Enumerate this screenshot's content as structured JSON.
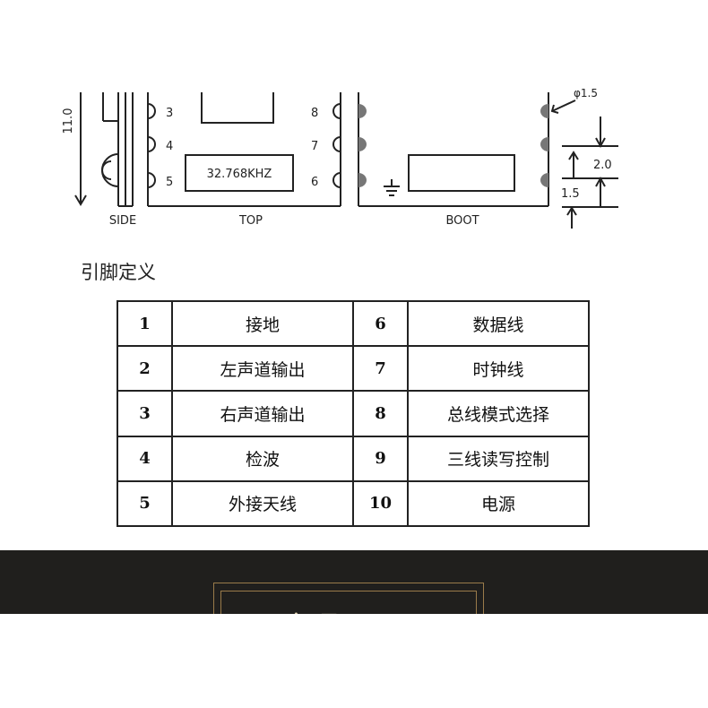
{
  "diagram": {
    "dimension_height": "11.0",
    "pins_left": [
      "3",
      "4",
      "5"
    ],
    "pins_right": [
      "8",
      "7",
      "6"
    ],
    "crystal_label": "32.768KHZ",
    "phi_label": "φ1.5",
    "dim_2": "2.0",
    "dim_15": "1.5",
    "view_side": "SIDE",
    "view_top": "TOP",
    "view_boot": "BOOT"
  },
  "pin_section": {
    "title": "引脚定义",
    "rows": [
      {
        "left_num": "1",
        "left_desc": "接地",
        "right_num": "6",
        "right_desc": "数据线"
      },
      {
        "left_num": "2",
        "left_desc": "左声道输出",
        "right_num": "7",
        "right_desc": "时钟线"
      },
      {
        "left_num": "3",
        "left_desc": "右声道输出",
        "right_num": "8",
        "right_desc": "总线模式选择"
      },
      {
        "left_num": "4",
        "left_desc": "检波",
        "right_num": "9",
        "right_desc": "三线读写控制"
      },
      {
        "left_num": "5",
        "left_desc": "外接天线",
        "right_num": "10",
        "right_desc": "电源"
      }
    ]
  },
  "footer_band": {
    "title": "产品展示",
    "accent_color": "#9a7b4a",
    "background": "#201f1d"
  }
}
